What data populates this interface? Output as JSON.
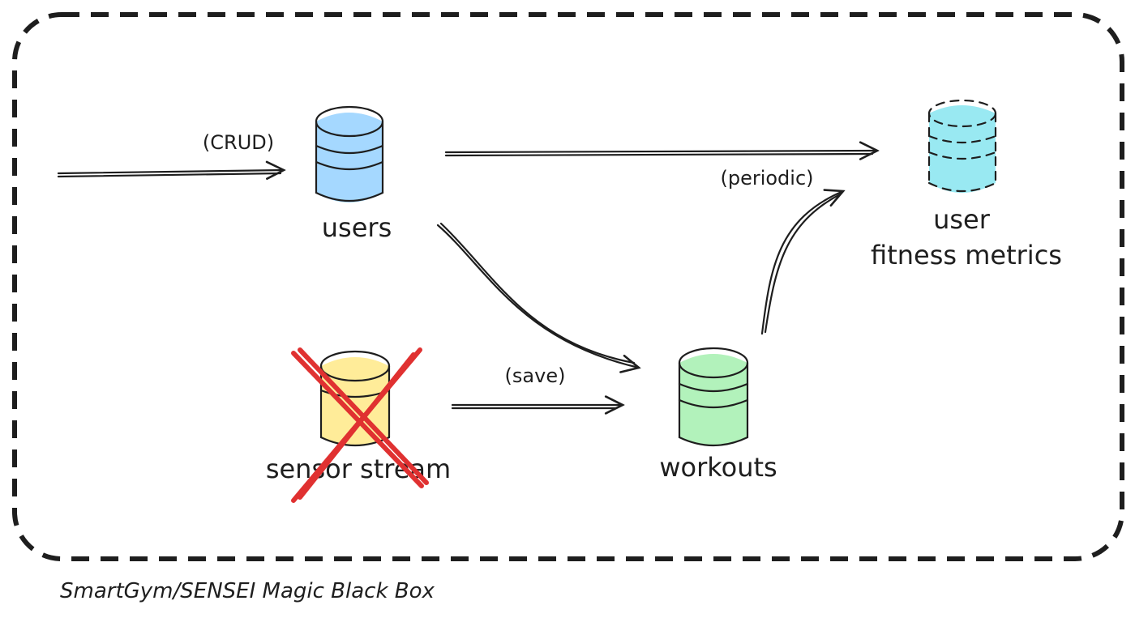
{
  "caption": "SmartGym/SENSEI Magic Black Box",
  "nodes": {
    "users": {
      "label": "users",
      "color": "#a5d8ff"
    },
    "fitness": {
      "label_line1": "user",
      "label_line2": "fitness metrics",
      "color": "#99e9f2"
    },
    "sensor": {
      "label": "sensor stream",
      "color": "#ffec99"
    },
    "workouts": {
      "label": "workouts",
      "color": "#b2f2bb"
    }
  },
  "edges": {
    "crud": "(CRUD)",
    "periodic": "(periodic)",
    "save": "(save)"
  },
  "colors": {
    "cross": "#e03131",
    "ink": "#1e1e1e"
  }
}
